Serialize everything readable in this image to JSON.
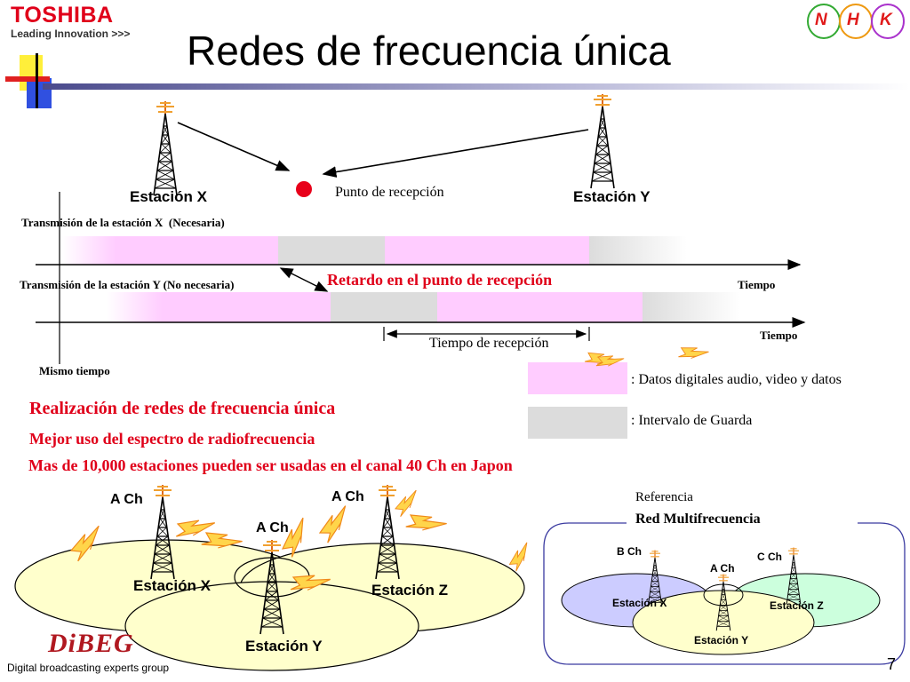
{
  "header": {
    "logo_brand": "TOSHIBA",
    "logo_tagline": "Leading Innovation >>>",
    "title": "Redes de frecuencia única",
    "nhk_letters": [
      "N",
      "H",
      "K"
    ]
  },
  "reception_diagram": {
    "station_x": "Estación X",
    "station_y": "Estación Y",
    "reception_point": "Punto de recepción"
  },
  "timing_diagram": {
    "transmission_x": "Transmisión de la estación X  (Necesaria)",
    "transmission_y": "Transmisión de la estación Y (No necesaria)",
    "delay_label": "Retardo en el punto de recepción",
    "time_label_1": "Tiempo",
    "time_label_2": "Tiempo",
    "reception_time": "Tiempo de recepción",
    "same_time": "Mismo tiempo"
  },
  "legend": {
    "digital_data": ": Datos digitales audio, video y datos",
    "guard_interval": ": Intervalo de Guarda",
    "digital_data_color": "#ffccff",
    "guard_interval_color": "#dcdcdc"
  },
  "statements": {
    "line1": "Realización de redes de frecuencia única",
    "line2": "Mejor uso del espectro de radiofrecuencia",
    "line3": "Mas de 10,000 estaciones pueden ser usadas en el canal 40 Ch en Japon"
  },
  "sfn_map": {
    "ch_x": "A Ch",
    "ch_z": "A Ch",
    "ch_y": "A Ch",
    "station_x": "Estación X",
    "station_z": "Estación Z",
    "station_y": "Estación Y"
  },
  "mfn_map": {
    "reference": "Referencia",
    "title": "Red Multifrecuencia",
    "ch_x": "B Ch",
    "ch_y": "A Ch",
    "ch_z": "C Ch",
    "station_x": "Estación X",
    "station_z": "Estación Z",
    "station_y": "Estación Y"
  },
  "footer": {
    "dibeg_logo": "DiBEG",
    "dibeg_name": "Digital broadcasting experts group",
    "page_number": "7"
  }
}
